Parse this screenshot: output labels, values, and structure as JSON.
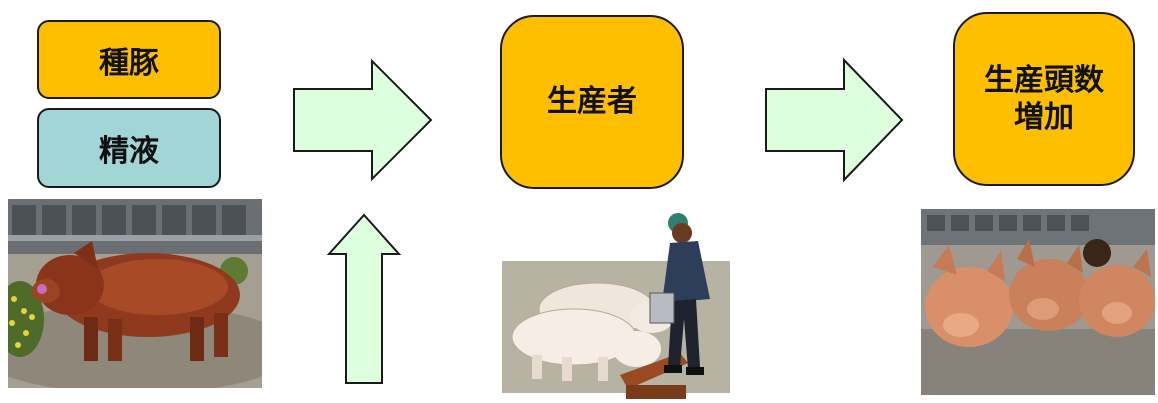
{
  "colors": {
    "orange": "#fdbf00",
    "teal": "#a1d5d6",
    "arrow_fill": "#ddffdd",
    "stroke": "#1a1a1a"
  },
  "boxes": {
    "breeding_pig": "種豚",
    "semen": "精液",
    "producer": "生産者",
    "production_increase": "生産頭数\n増加"
  },
  "images": {
    "boar_photo": "boar-photo",
    "farmer_clipart": "farmer-feeding-pigs-clipart",
    "piglets_photo": "piglets-photo"
  }
}
